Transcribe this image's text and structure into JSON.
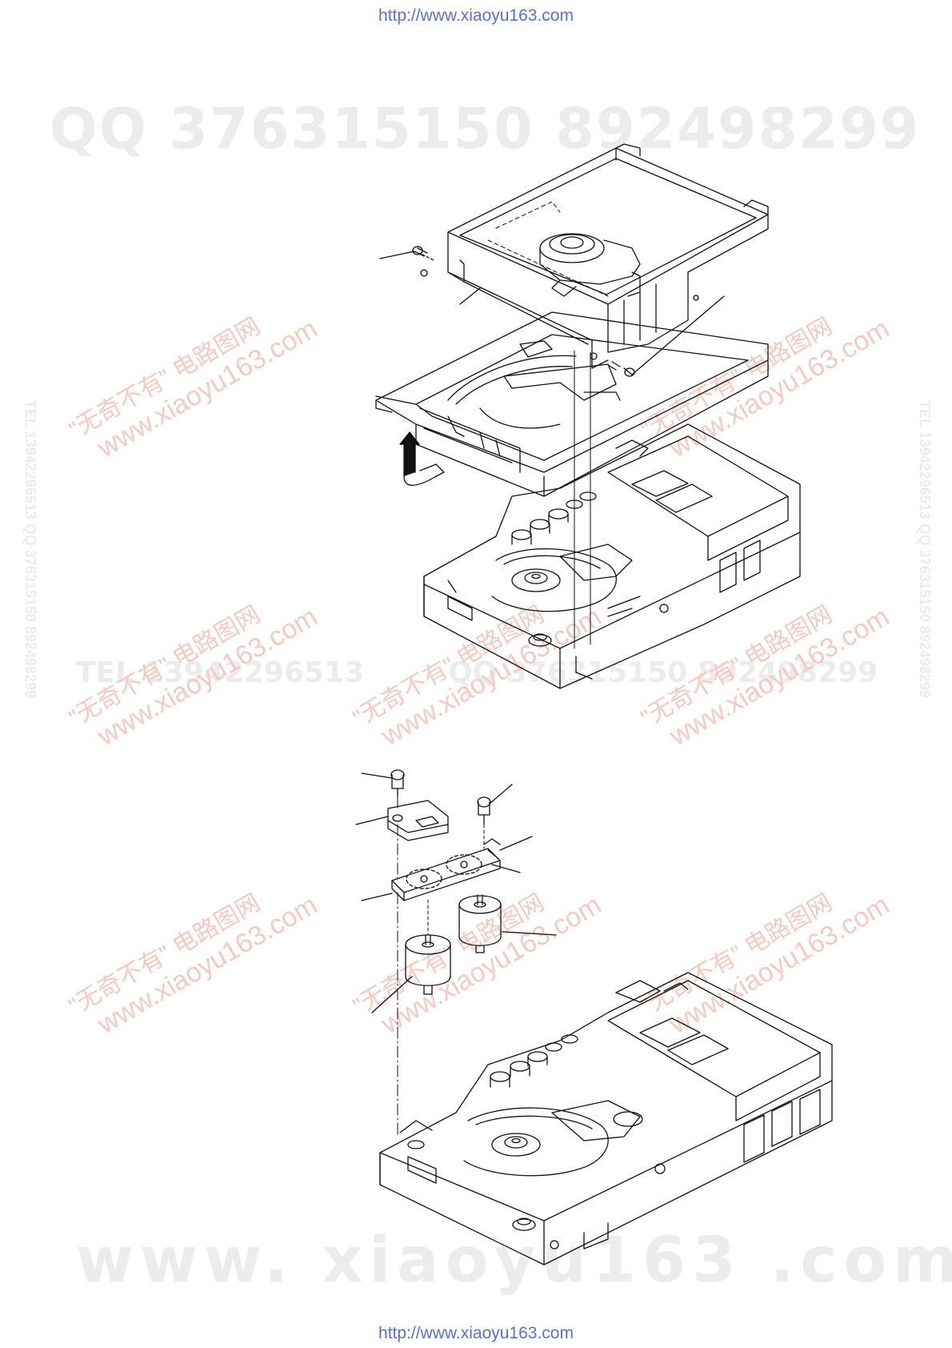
{
  "header": {
    "url": "http://www.xiaoyu163.com"
  },
  "footer": {
    "url": "http://www.xiaoyu163.com"
  },
  "watermarks": {
    "qq_large": "QQ 376315150    892498299",
    "tel": "TEL 13942296513",
    "qq_small": "QQ 376315150  892498299",
    "www": "www. xiaoyu163 .com",
    "diag_line1": "\"无奇不有\" 电路图网",
    "diag_line2": "www.xiaoyu163.com",
    "side": "TEL 13942296513  QQ 376315150  892498299"
  }
}
